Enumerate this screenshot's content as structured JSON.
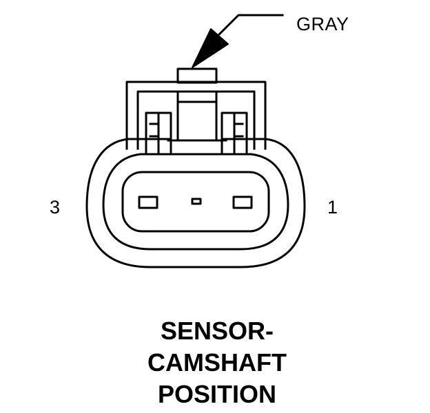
{
  "connector": {
    "wire_color_label": "GRAY",
    "pin_labels": {
      "left": "3",
      "right": "1"
    }
  },
  "title": {
    "lines": [
      "SENSOR-",
      "CAMSHAFT",
      "POSITION"
    ]
  },
  "colors": {
    "ink": "#000000",
    "background": "#ffffff"
  }
}
